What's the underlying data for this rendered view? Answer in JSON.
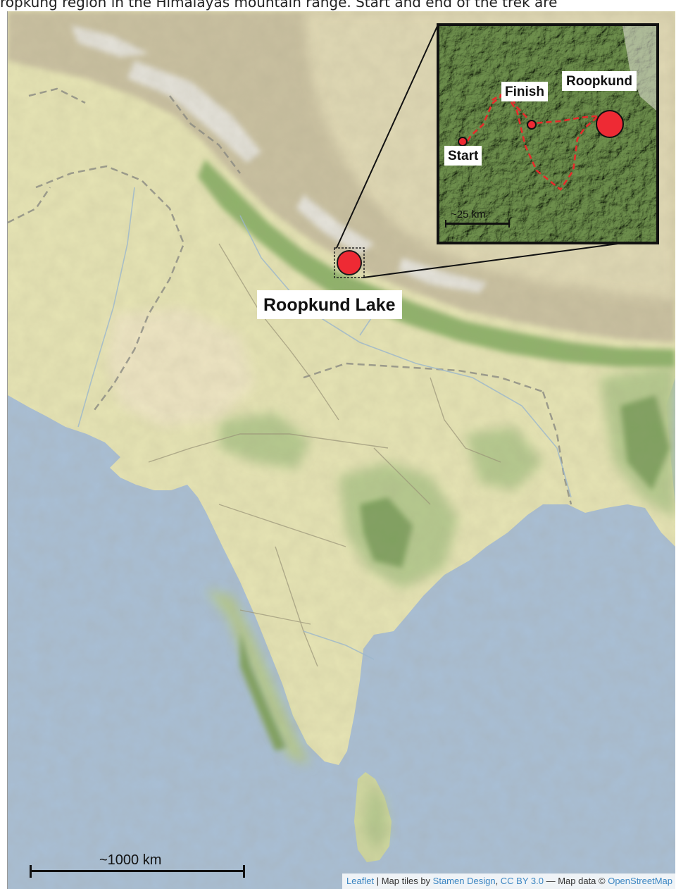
{
  "header_text": "ropkung region in the Himalayas mountain range. Start and end of the trek are",
  "map": {
    "colors": {
      "sea": "#a9bfd6",
      "land_plains": "#e6e4b4",
      "land_green": "#b5c98e",
      "forest": "#7fa15e",
      "mountain": "#c9c0a0",
      "snow": "#eeeeee",
      "marker": "#ee2a34",
      "route": "#e82a2a"
    },
    "main_label": "Roopkund Lake",
    "scale_label": "~1000 km",
    "inset": {
      "label_finish": "Finish",
      "label_start": "Start",
      "label_roopkund": "Roopkund",
      "scale_label": "~25 km"
    },
    "attribution": {
      "leaflet": "Leaflet",
      "sep1": " | Map tiles by ",
      "stamen": "Stamen Design",
      "sep2": ", ",
      "license": "CC BY 3.0",
      "sep3": " — Map data © ",
      "osm": "OpenStreetMap"
    }
  }
}
